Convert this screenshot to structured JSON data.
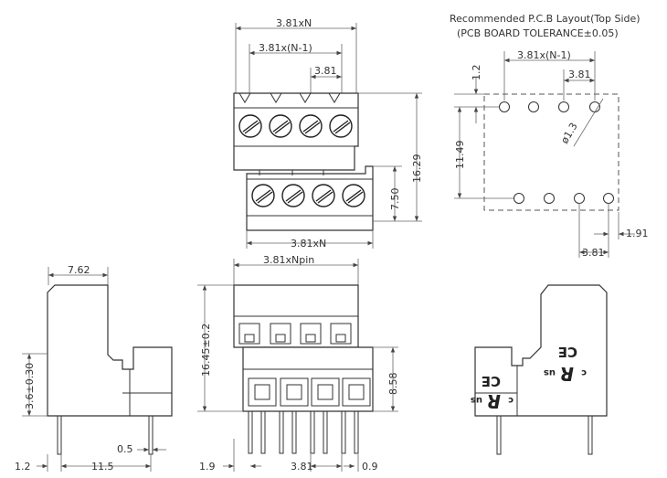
{
  "pcb": {
    "title_line1": "Recommended P.C.B Layout(Top Side)",
    "title_line2": "(PCB BOARD TOLERANCE±0.05)",
    "dim_pitch_total": "3.81x(N-1)",
    "dim_pitch": "3.81",
    "dim_edge_top": "1.2",
    "dim_rows": "11.49",
    "dim_hole": "ø1.3",
    "dim_offset": "1.91",
    "dim_pitch_bottom": "3.81"
  },
  "top_view": {
    "dim_total": "3.81xN",
    "dim_pitch_total": "3.81x(N-1)",
    "dim_pitch": "3.81",
    "dim_height": "16.29",
    "dim_lower": "7.50",
    "dim_bottom": "3.81xN"
  },
  "front_view": {
    "dim_width": "3.81xNpin",
    "dim_height": "16.45±0.2",
    "dim_pin_height": "8.58",
    "dim_left": "1.9",
    "dim_pitch": "3.81",
    "dim_right": "0.9"
  },
  "side_view": {
    "dim_top": "7.62",
    "dim_height": "3.6±0.30",
    "dim_edge": "1.2",
    "dim_depth": "11.5",
    "dim_pin": "0.5"
  },
  "cert": {
    "ce_mark": "CE",
    "us_mark": "us",
    "c_mark": "c",
    "ur_mark": "R"
  }
}
